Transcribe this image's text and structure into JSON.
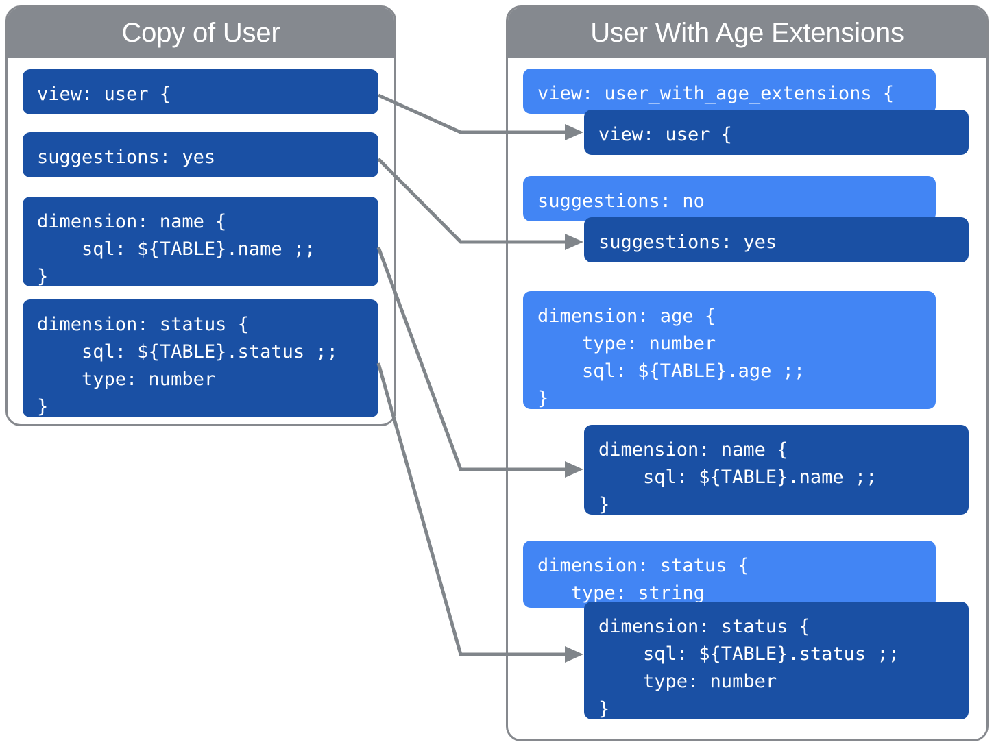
{
  "diagram": {
    "title": "LookML view extension comparison",
    "colors": {
      "panel_border": "#86898e",
      "panel_header_bg": "#85898f",
      "block_dark_blue": "#1a50a4",
      "block_light_blue": "#4285f4",
      "connector_gray": "#80858a",
      "text_white": "#ffffff"
    }
  },
  "left_panel": {
    "header": "Copy of User",
    "blocks": [
      {
        "id": "view",
        "shade": "dark",
        "code": "view: user {"
      },
      {
        "id": "suggestions",
        "shade": "dark",
        "code": "suggestions: yes"
      },
      {
        "id": "dimension-name",
        "shade": "dark",
        "code": "dimension: name {\n    sql: ${TABLE}.name ;;\n}"
      },
      {
        "id": "dimension-status",
        "shade": "dark",
        "code": "dimension: status {\n    sql: ${TABLE}.status ;;\n    type: number\n}"
      }
    ]
  },
  "right_panel": {
    "header": "User With Age Extensions",
    "blocks": [
      {
        "id": "view-extension",
        "shade": "light",
        "code": "view: user_with_age_extensions {"
      },
      {
        "id": "view-user",
        "shade": "dark",
        "code": "view: user {"
      },
      {
        "id": "suggestions-no",
        "shade": "light",
        "code": "suggestions: no"
      },
      {
        "id": "suggestions-yes",
        "shade": "dark",
        "code": "suggestions: yes"
      },
      {
        "id": "dimension-age",
        "shade": "light",
        "code": "dimension: age {\n    type: number\n    sql: ${TABLE}.age ;;\n}"
      },
      {
        "id": "dimension-name",
        "shade": "dark",
        "code": "dimension: name {\n    sql: ${TABLE}.name ;;\n}"
      },
      {
        "id": "dimension-status-override",
        "shade": "light",
        "code": "dimension: status {\n   type: string"
      },
      {
        "id": "dimension-status-inherited",
        "shade": "dark",
        "code": "dimension: status {\n    sql: ${TABLE}.status ;;\n    type: number\n}"
      }
    ]
  },
  "connectors": [
    {
      "id": "view-to-view",
      "from": "left.view",
      "to": "right.view-user"
    },
    {
      "id": "suggestions-to-suggestions",
      "from": "left.suggestions",
      "to": "right.suggestions-yes"
    },
    {
      "id": "name-to-name",
      "from": "left.dimension-name",
      "to": "right.dimension-name"
    },
    {
      "id": "status-to-status",
      "from": "left.dimension-status",
      "to": "right.dimension-status-inherited"
    }
  ]
}
